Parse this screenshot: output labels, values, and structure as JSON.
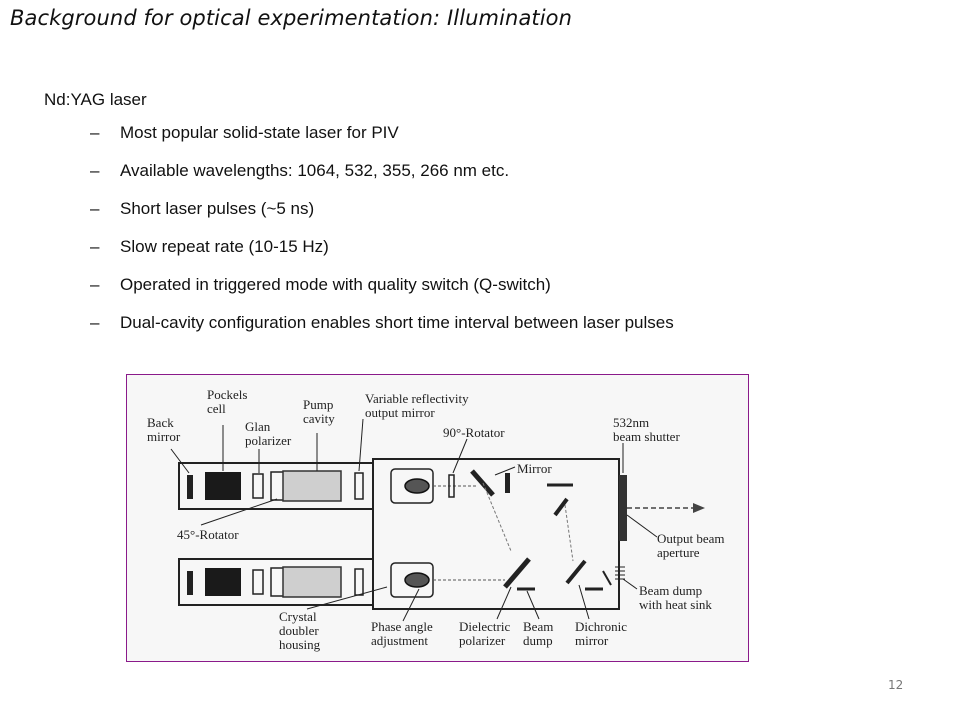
{
  "slide": {
    "title": "Background for optical experimentation: Illumination",
    "heading": "Nd:YAG laser",
    "bullet_marker": "–",
    "bullets": [
      "Most popular solid-state laser for PIV",
      "Available wavelengths: 1064, 532, 355, 266 nm etc.",
      "Short laser pulses (~5 ns)",
      "Slow repeat rate (10-15 Hz)",
      "Operated in triggered mode with quality switch (Q-switch)",
      "Dual-cavity configuration enables short time interval between laser pulses"
    ],
    "page_number": "12"
  },
  "diagram": {
    "labels": {
      "back_mirror_1": "Back",
      "back_mirror_2": "mirror",
      "pockels_1": "Pockels",
      "pockels_2": "cell",
      "glan_1": "Glan",
      "glan_2": "polarizer",
      "pump_1": "Pump",
      "pump_2": "cavity",
      "variable_1": "Variable reflectivity",
      "variable_2": "output mirror",
      "rotator90": "90°-Rotator",
      "mirror": "Mirror",
      "shutter_1": "532nm",
      "shutter_2": "beam shutter",
      "rotator45": "45°-Rotator",
      "output_1": "Output beam",
      "output_2": "aperture",
      "beamdump_heat_1": "Beam dump",
      "beamdump_heat_2": "with heat sink",
      "crystal_1": "Crystal",
      "crystal_2": "doubler",
      "crystal_3": "housing",
      "phase_1": "Phase angle",
      "phase_2": "adjustment",
      "dielectric_1": "Dielectric",
      "dielectric_2": "polarizer",
      "beam_dump_1": "Beam",
      "beam_dump_2": "dump",
      "dichronic_1": "Dichronic",
      "dichronic_2": "mirror"
    }
  }
}
